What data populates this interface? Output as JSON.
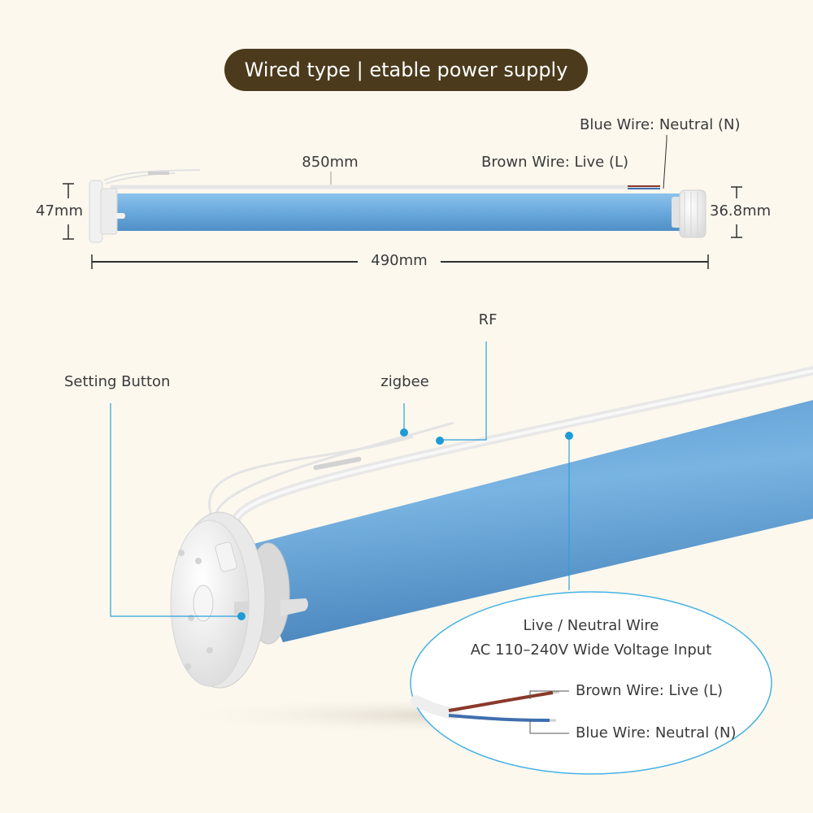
{
  "header": {
    "title": "Wired type | etable power supply"
  },
  "top_diagram": {
    "blue_wire": "Blue Wire: Neutral (N)",
    "brown_wire": "Brown Wire: Live (L)",
    "cable_length": "850mm",
    "head_diameter": "47mm",
    "tube_diameter": "36.8mm",
    "tube_length": "490mm"
  },
  "bottom_diagram": {
    "rf": "RF",
    "zigbee": "zigbee",
    "setting_button": "Setting Button"
  },
  "callout": {
    "line1": "Live / Neutral Wire",
    "line2": "AC 110–240V Wide Voltage Input",
    "brown_wire": "Brown Wire: Live (L)",
    "blue_wire": "Blue Wire: Neutral (N)"
  },
  "colors": {
    "background": "#fdf8ee",
    "pill": "#4b3a1c",
    "tube_blue": "#6aa9dc",
    "leader_line": "#2aa1d9",
    "brown_wire": "#8a3a2a",
    "blue_wire": "#3f6fae"
  }
}
